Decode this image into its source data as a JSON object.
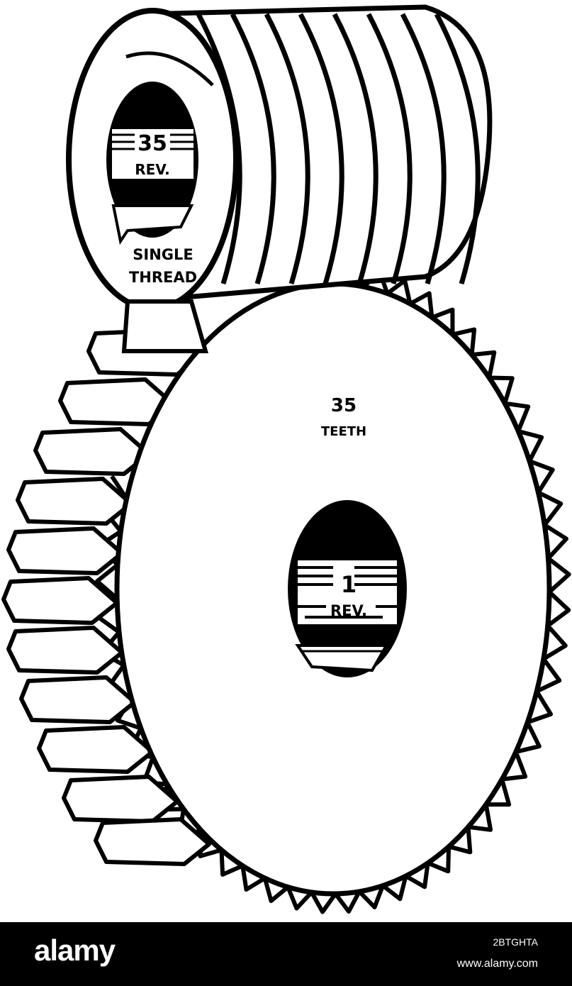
{
  "worm": {
    "shaft_revs": "35",
    "shaft_revs_unit": "REV.",
    "thread_line1": "SINGLE",
    "thread_line2": "THREAD"
  },
  "gear": {
    "teeth_count": "35",
    "teeth_label": "TEETH",
    "shaft_revs": "1",
    "shaft_revs_unit": "REV."
  },
  "watermark": {
    "brand": "alamy",
    "image_id": "2BTGHTA",
    "site": "www.alamy.com"
  },
  "colors": {
    "ink": "#000000",
    "paper": "#ffffff",
    "banner": "#000000"
  }
}
